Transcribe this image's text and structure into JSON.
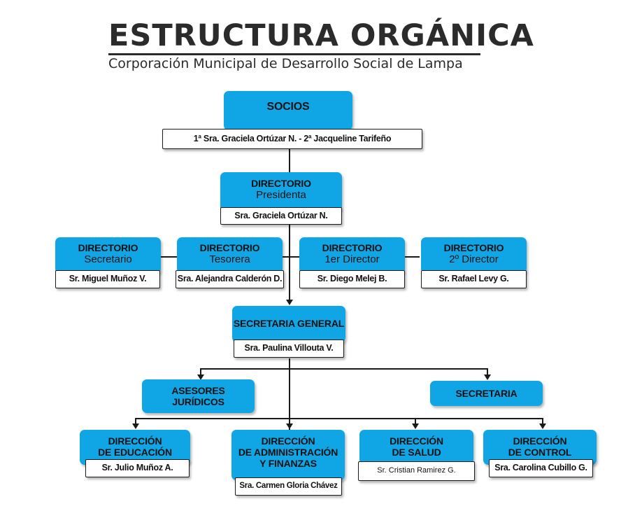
{
  "header": {
    "title": "ESTRUCTURA ORGÁNICA",
    "subtitle": "Corporación Municipal de Desarrollo Social de Lampa"
  },
  "socios": {
    "title": "SOCIOS",
    "names": "1ª Sra. Graciela Ortúzar N. - 2ª Jacqueline Tarifeño"
  },
  "presidenta": {
    "title": "DIRECTORIO",
    "subtitle": "Presidenta",
    "name": "Sra. Graciela Ortúzar N."
  },
  "directors": [
    {
      "title": "DIRECTORIO",
      "subtitle": "Secretario",
      "name": "Sr. Miguel Muñoz V."
    },
    {
      "title": "DIRECTORIO",
      "subtitle": "Tesorera",
      "name": "Sra. Alejandra Calderón D."
    },
    {
      "title": "DIRECTORIO",
      "subtitle": "1er Director",
      "name": "Sr. Diego Melej B."
    },
    {
      "title": "DIRECTORIO",
      "subtitle": "2º Director",
      "name": "Sr. Rafael Levy G."
    }
  ],
  "secretaria_general": {
    "title": "SECRETARIA GENERAL",
    "name": "Sra. Paulina Villouta V."
  },
  "asesores": {
    "line1": "ASESORES",
    "line2": "JURÍDICOS"
  },
  "secretaria": {
    "title": "SECRETARIA"
  },
  "departments": [
    {
      "lines": [
        "DIRECCIÓN",
        "DE EDUCACIÓN"
      ],
      "name": "Sr. Julio Muñoz A."
    },
    {
      "lines": [
        "DIRECCIÓN",
        "DE ADMINISTRACIÓN",
        "Y FINANZAS"
      ],
      "name": "Sra. Carmen Gloria Chávez"
    },
    {
      "lines": [
        "DIRECCIÓN",
        "DE SALUD"
      ],
      "name": "Sr. Cristian Ramirez G."
    },
    {
      "lines": [
        "DIRECCIÓN",
        "DE CONTROL"
      ],
      "name": "Sra. Carolina Cubillo G."
    }
  ],
  "colors": {
    "box_blue": "#10a6e6",
    "lines": "#1a1a1a",
    "title": "#2b2b2b"
  }
}
